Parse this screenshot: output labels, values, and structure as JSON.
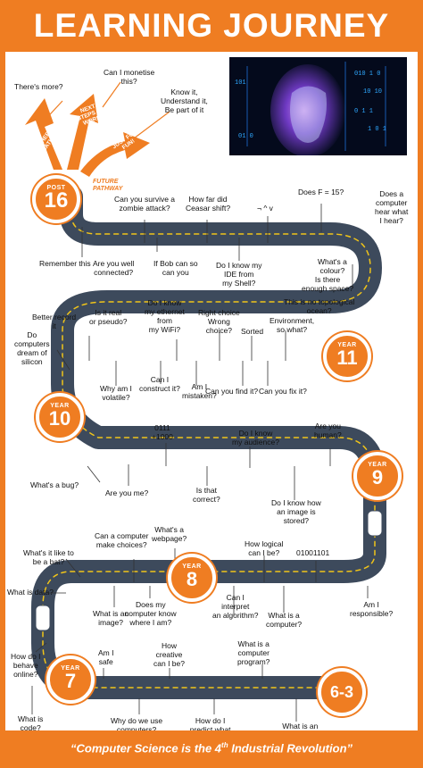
{
  "header": {
    "title": "LEARNING JOURNEY"
  },
  "footer": {
    "quote_prefix": "“Computer Science is the 4",
    "quote_sup": "th",
    "quote_suffix": " Industrial Revolution”"
  },
  "future_pathway": "FUTURE\nPATHWAY",
  "arrows": {
    "further_education": "FURTHER\nEDUCATION",
    "next_steps": "NEXT\nSTEPS IN\nWORK",
    "just_for_fun": "JUST FOR\nFUN!"
  },
  "badges": {
    "post16": {
      "label": "POST",
      "number": "16"
    },
    "year11": {
      "label": "YEAR",
      "number": "11"
    },
    "year10": {
      "label": "YEAR",
      "number": "10"
    },
    "year9": {
      "label": "YEAR",
      "number": "9"
    },
    "year8": {
      "label": "YEAR",
      "number": "8"
    },
    "year7": {
      "label": "YEAR",
      "number": "7"
    },
    "year6_3": {
      "number": "6-3"
    }
  },
  "questions": {
    "theres_more": "There's more?",
    "monetise": "Can I monetise\nthis?",
    "know_it": "Know it,\nUnderstand it,\nBe part of it",
    "zombie": "Can you survive a\nzombie attack?",
    "ceasar": "How far did\nCeasar shift?",
    "does_f": "Does F = 15?",
    "hear_what": "Does a\ncomputer\nhear what\nI hear?",
    "xor": "¬ ^ v",
    "remember": "Remember this",
    "well_connected": "Are you well\nconnected?",
    "bob": "If Bob can so\ncan you",
    "ide": "Do I know my\nIDE from\nmy Shell?",
    "colour": "What's a\ncolour?",
    "enough_space": "Is there\nenough space?",
    "topological": "This is no topological\nocean?",
    "record_it": "Better record\nit",
    "real_pseudo": "Is it real\nor pseudo?",
    "ethernet": "Do I know\nmy ethernet\nfrom\nmy WiFi?",
    "right_choice": "Right choice\nWrong\nchoice?",
    "sorted": "Sorted",
    "environment": "Environment,\nso what?",
    "dream_silicon": "Do\ncomputers\ndream of\nsilicon",
    "volatile": "Why am I\nvolatile?",
    "construct": "Can I\nconstruct it?",
    "mistaken": "Am I\nmistaken?",
    "find_it": "Can you find it?",
    "fix_it": "Can you fix it?",
    "binary_add": "0111\n+1000",
    "audience": "Do I know\nmy audience?",
    "human": "Are you\nhuman?",
    "bug": "What's a bug?",
    "are_you_me": "Are you me?",
    "correct": "Is that\ncorrect?",
    "image_stored": "Do I know how\nan image is\nstored?",
    "make_choices": "Can a computer\nmake choices?",
    "webpage": "What's a\nwebpage?",
    "bat": "What's it like to\nbe a bat?",
    "logical": "How logical\ncan I be?",
    "binary": "01001101",
    "data": "What is data?",
    "an_image": "What is an\nimage?",
    "where_i_am": "Does my\ncomputer know\nwhere I am?",
    "interpret": "Can I\ninterpret\nan algorithm?",
    "what_computer": "What is a\ncomputer?",
    "responsible": "Am I\nresponsible?",
    "behave_online": "How do I\nbehave\nonline?",
    "safe": "Am I\nsafe",
    "creative": "How\ncreative\ncan I be?",
    "program": "What is a\ncomputer\nprogram?",
    "code": "What is\ncode?",
    "use_computers": "Why do we use\ncomputers?",
    "predict": "How do I\npredict what\nwill happen?",
    "algorithm": "What is an\nAlgorithm?"
  },
  "colors": {
    "accent": "#ef7d22",
    "road": "#3d4a5c",
    "road_line": "#f0c419"
  },
  "icons": [
    "car-icon",
    "car-icon",
    "robot-face-image"
  ]
}
